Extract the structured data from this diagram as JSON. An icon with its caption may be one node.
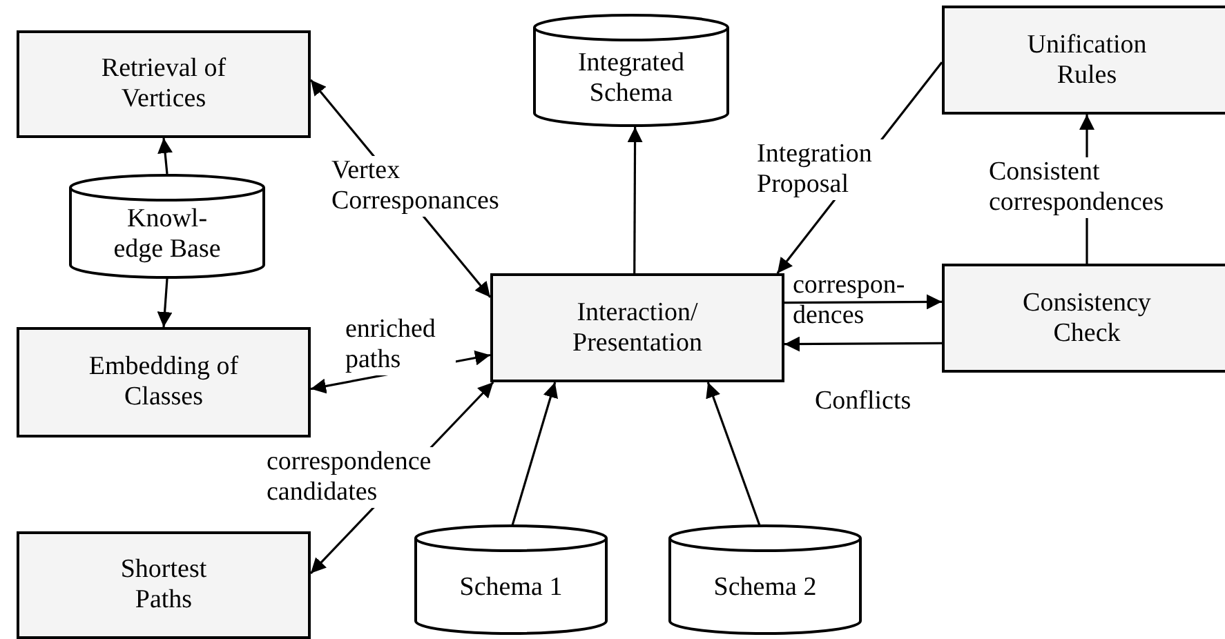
{
  "diagram": {
    "nodes": [
      {
        "text": [
          "Retrieval of Vertices"
        ]
      },
      {
        "text": [
          "Integrated Schema"
        ]
      },
      {
        "text": [
          "Unification Rules"
        ]
      },
      {
        "text": [
          "Knowl- edge Base"
        ]
      },
      {
        "text": [
          "Interaction/ Presentation"
        ]
      },
      {
        "text": [
          "Consistency Check"
        ]
      },
      {
        "text": [
          "Embedding of Classes"
        ]
      },
      {
        "text": [
          "Shortest Paths"
        ]
      },
      {
        "text": [
          "Schema 1"
        ]
      },
      {
        "text": [
          "Schema 2"
        ]
      }
    ],
    "edges": [
      {
        "from": 3,
        "to": 0,
        "arrow": "to"
      },
      {
        "from": 3,
        "to": 6,
        "arrow": "to"
      },
      {
        "from": 4,
        "to": 0,
        "arrow": "both",
        "label": "Vertex Corresponances"
      },
      {
        "from": 4,
        "to": 1,
        "arrow": "to"
      },
      {
        "from": 2,
        "to": 4,
        "arrow": "to",
        "label": "Integration Proposal"
      },
      {
        "from": 4,
        "to": 5,
        "arrow": "to",
        "label": "correspon- dences"
      },
      {
        "from": 5,
        "to": 4,
        "arrow": "to",
        "label": "Conflicts"
      },
      {
        "from": 5,
        "to": 2,
        "arrow": "to",
        "label": "Consistent correspondences"
      },
      {
        "from": 6,
        "to": 4,
        "arrow": "both",
        "label": "enriched paths"
      },
      {
        "from": 7,
        "to": 4,
        "arrow": "both",
        "label": "correspondence candidates"
      },
      {
        "from": 8,
        "to": 4,
        "arrow": "to"
      },
      {
        "from": 9,
        "to": 4,
        "arrow": "to"
      }
    ]
  }
}
